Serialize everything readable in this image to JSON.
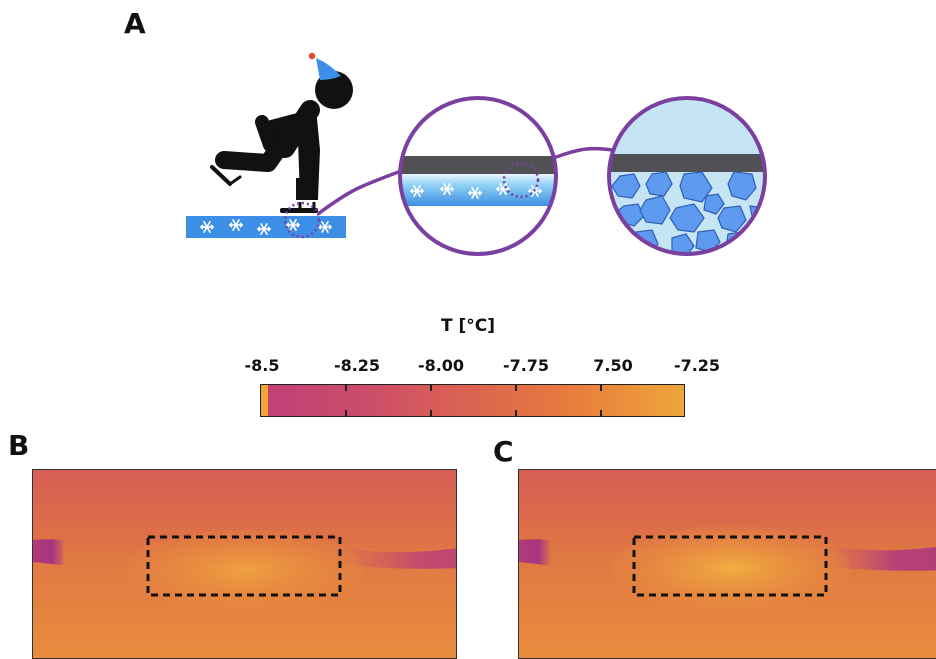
{
  "panels": {
    "a": "A",
    "b": "B",
    "c": "C"
  },
  "colorbar": {
    "title": "T [°C]",
    "ticks": [
      "-8.5",
      "-8.25",
      "-8.00",
      "-7.75",
      "7.50",
      "-7.25"
    ]
  },
  "colors": {
    "outline_purple": "#7b3fa0",
    "ice_blue": "#3d8ee6",
    "blade_gray": "#505055",
    "hat_blue": "#3d8ee6",
    "hat_pom": "#e2462a",
    "crystal_blue": "#5d9af0",
    "crystal_bg": "#c5e4f4"
  },
  "icons": [
    "skater-icon",
    "snowflake-icon",
    "ice-crystal-icon",
    "magnifier-circle-icon"
  ]
}
